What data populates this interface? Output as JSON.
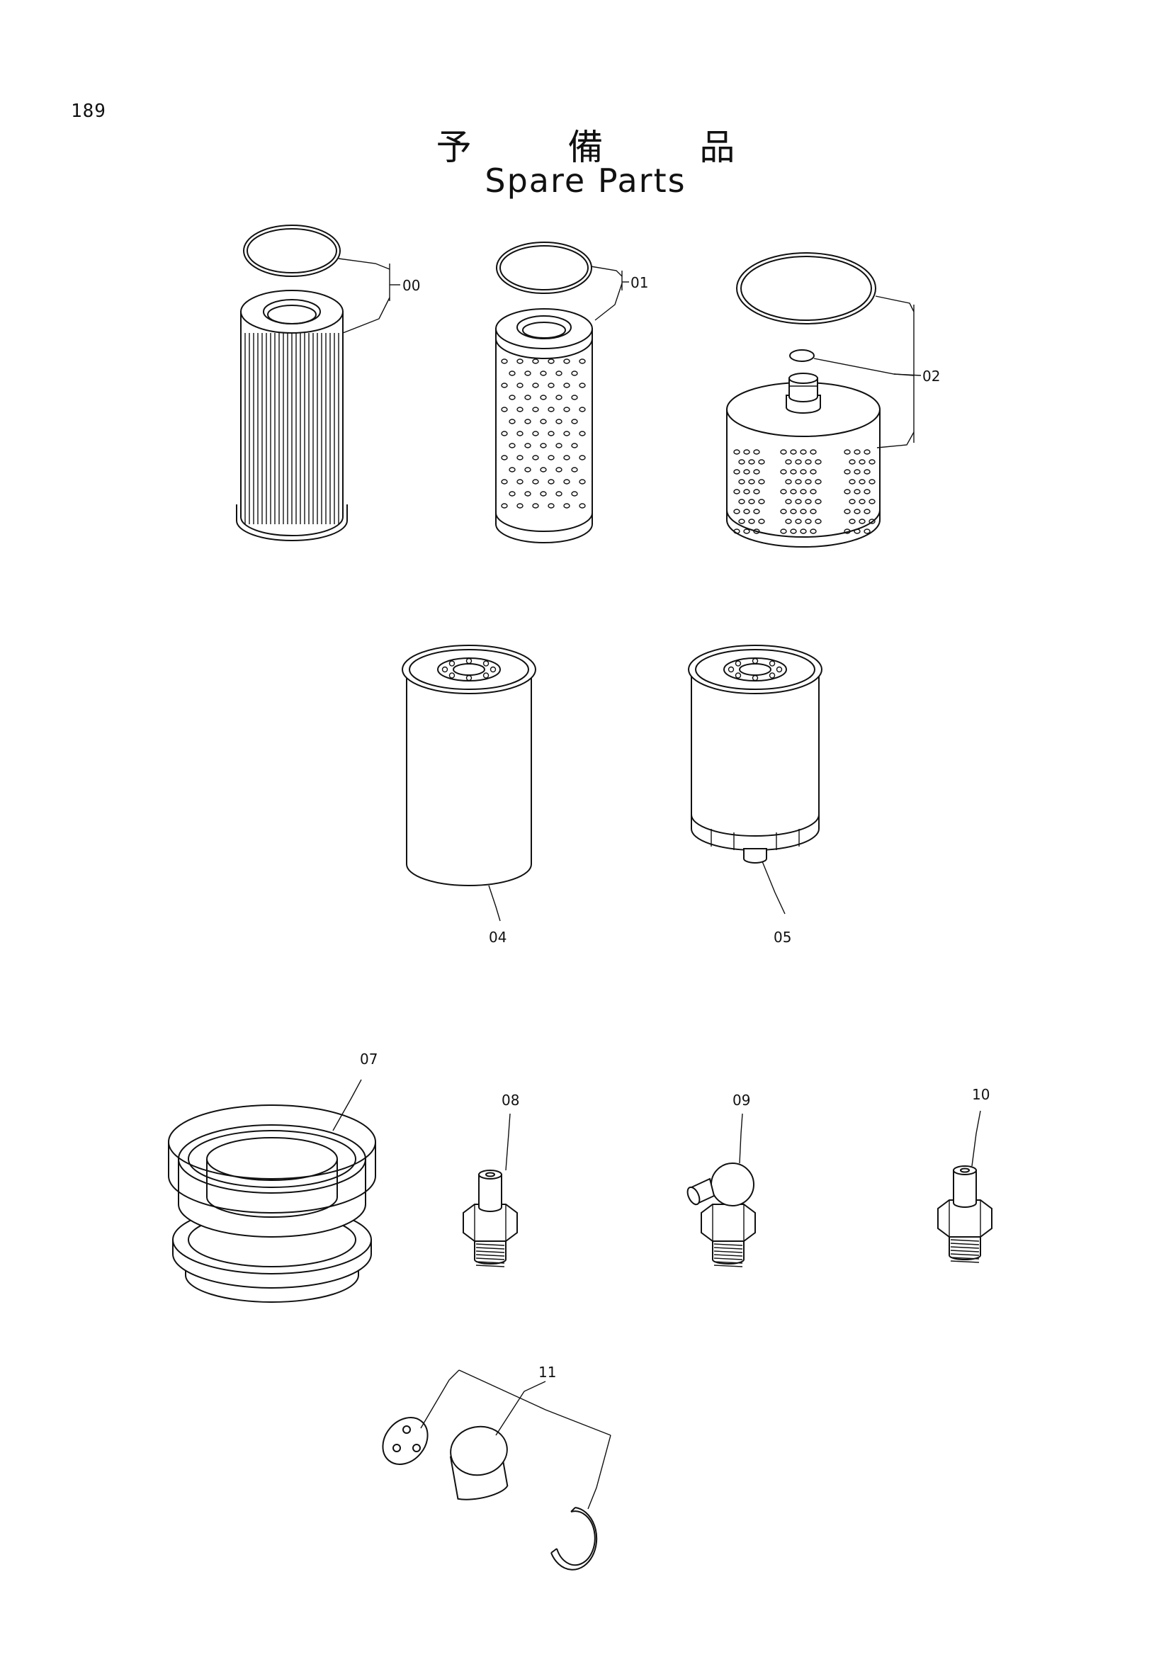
{
  "page": {
    "number": "189",
    "title_jp": "予 備 品",
    "title_en": "Spare Parts"
  },
  "callouts": {
    "c00": "00",
    "c01": "01",
    "c02": "02",
    "c04": "04",
    "c05": "05",
    "c07": "07",
    "c08": "08",
    "c09": "09",
    "c10": "10",
    "c11": "11"
  },
  "icons": [
    "pleated-filter-element-icon",
    "perforated-filter-element-icon",
    "perforated-filter-cartridge-icon",
    "spin-on-filter-long-icon",
    "spin-on-filter-short-icon",
    "seal-bushing-icon",
    "grease-nipple-straight-icon",
    "grease-nipple-angled-icon",
    "grease-nipple-small-icon",
    "strainer-kit-icon"
  ]
}
